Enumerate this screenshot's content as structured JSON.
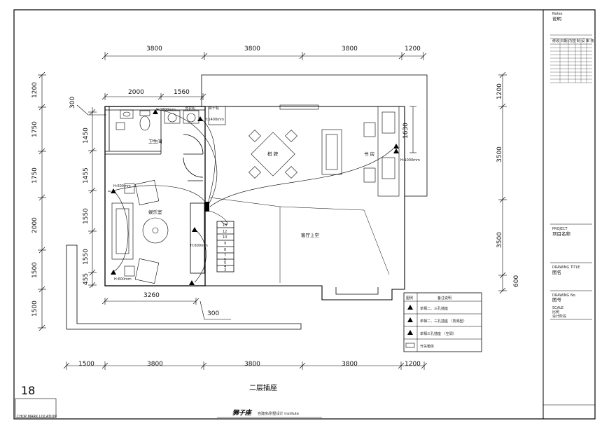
{
  "sheet_number": "18",
  "drawing_title": "二层插座",
  "brand": {
    "logo": "狮子座",
    "slogan": "自建房/别墅设计 institute"
  },
  "stamp_label": "CHOP MARK LOCATION",
  "title_block": {
    "notes_en": "Notes",
    "notes_cn": "说明",
    "revision_row": "修改 日期 内容 制 设 审 核",
    "project_en": "PROJECT",
    "project_cn": "项目名称",
    "drawing_title_en": "DRAWING TITLE",
    "drawing_title_cn": "图名",
    "drawing_no_en": "DRAWING No.",
    "drawing_no_cn": "图号",
    "small_1": "SCALE",
    "small_2": "比例",
    "small_3": "设计阶段"
  },
  "dims": {
    "top": [
      "3800",
      "3800",
      "3800",
      "1200"
    ],
    "bottom": [
      "1500",
      "3800",
      "3800",
      "3800",
      "1200"
    ],
    "left": [
      "1200",
      "1750",
      "1750",
      "2000",
      "1500",
      "1500"
    ],
    "inner_left": [
      "1450",
      "1455",
      "1550",
      "1550",
      "455"
    ],
    "right": [
      "1200",
      "3500",
      "3500",
      "600"
    ],
    "inner_top": [
      "2000",
      "1560"
    ],
    "d300_top": "300",
    "d300_bottom": "300",
    "d3260": "3260",
    "d1630": "1630"
  },
  "rooms": {
    "bath": "卫生间",
    "mahjong": "棋 牌",
    "study": "书 房",
    "entertain": "娱乐室",
    "void": "客厅上空"
  },
  "fixtures": {
    "washer": "洗衣机",
    "dryer": "烘干机"
  },
  "sockets": {
    "h1800": "H:1800mm",
    "h1400": "H:1400mm",
    "h1000": "H:1000mm",
    "h600a": "H:600mm",
    "h600b": "H:600mm",
    "h600c": "H:600mm"
  },
  "stairs": [
    "13",
    "12",
    "10",
    "9",
    "8",
    "7",
    "6",
    "5",
    "4",
    "3"
  ],
  "legend": {
    "col1": "图例",
    "col2": "备注说明",
    "rows": [
      "单相二、三孔插座",
      "单相二、三孔插座 （防溅型）",
      "单相三孔插座 （空调）",
      "开关箱体"
    ]
  }
}
